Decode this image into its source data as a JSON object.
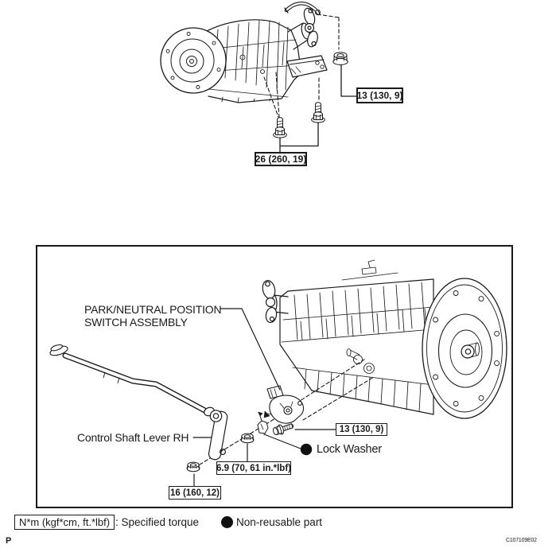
{
  "figure": {
    "page_marker": "P",
    "figure_code": "C107109E02"
  },
  "top_diagram": {
    "torque_labels": {
      "mount_nut": "13 (130, 9)",
      "mount_bolts": "26 (260, 19)"
    }
  },
  "bottom_diagram": {
    "part_labels": {
      "switch_line1": "PARK/NEUTRAL POSITION",
      "switch_line2": "SWITCH ASSEMBLY",
      "control_shaft_lever": "Control Shaft Lever RH",
      "lock_washer": "Lock Washer"
    },
    "torque_labels": {
      "switch_bolt": "13 (130, 9)",
      "adjust_nut": "6.9 (70, 61 in.*lbf)",
      "lever_nut": "16 (160, 12)"
    }
  },
  "legend": {
    "torque_symbol": "N*m (kgf*cm, ft.*lbf)",
    "torque_meaning": ": Specified torque",
    "non_reusable_meaning": "Non-reusable part"
  },
  "colors": {
    "ink": "#1a1a1a",
    "paper": "#ffffff"
  }
}
